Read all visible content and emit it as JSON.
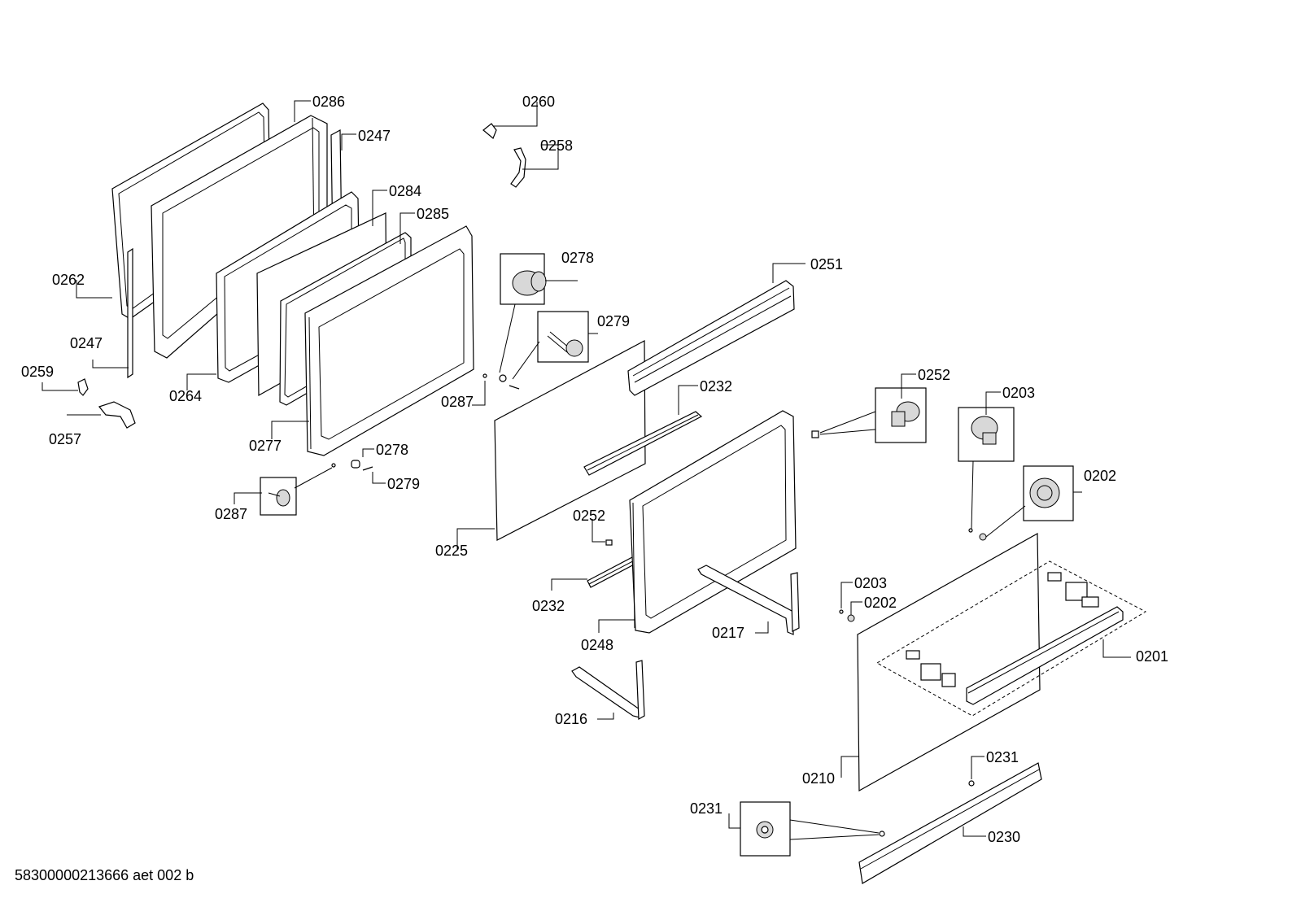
{
  "callouts": [
    {
      "id": "c0286",
      "label": "0286"
    },
    {
      "id": "c0247a",
      "label": "0247"
    },
    {
      "id": "c0284",
      "label": "0284"
    },
    {
      "id": "c0285",
      "label": "0285"
    },
    {
      "id": "c0262",
      "label": "0262"
    },
    {
      "id": "c0247b",
      "label": "0247"
    },
    {
      "id": "c0259",
      "label": "0259"
    },
    {
      "id": "c0257",
      "label": "0257"
    },
    {
      "id": "c0264",
      "label": "0264"
    },
    {
      "id": "c0277",
      "label": "0277"
    },
    {
      "id": "c0287a",
      "label": "0287"
    },
    {
      "id": "c0278a",
      "label": "0278"
    },
    {
      "id": "c0279a",
      "label": "0279"
    },
    {
      "id": "c0287b",
      "label": "0287"
    },
    {
      "id": "c0260",
      "label": "0260"
    },
    {
      "id": "c0258",
      "label": "0258"
    },
    {
      "id": "c0278b",
      "label": "0278"
    },
    {
      "id": "c0279b",
      "label": "0279"
    },
    {
      "id": "c0251",
      "label": "0251"
    },
    {
      "id": "c0232a",
      "label": "0232"
    },
    {
      "id": "c0225",
      "label": "0225"
    },
    {
      "id": "c0252a",
      "label": "0252"
    },
    {
      "id": "c0232b",
      "label": "0232"
    },
    {
      "id": "c0248",
      "label": "0248"
    },
    {
      "id": "c0217",
      "label": "0217"
    },
    {
      "id": "c0216",
      "label": "0216"
    },
    {
      "id": "c0252b",
      "label": "0252"
    },
    {
      "id": "c0203a",
      "label": "0203"
    },
    {
      "id": "c0202a",
      "label": "0202"
    },
    {
      "id": "c0203b",
      "label": "0203"
    },
    {
      "id": "c0202b",
      "label": "0202"
    },
    {
      "id": "c0201",
      "label": "0201"
    },
    {
      "id": "c0210",
      "label": "0210"
    },
    {
      "id": "c0231a",
      "label": "0231"
    },
    {
      "id": "c0231b",
      "label": "0231"
    },
    {
      "id": "c0230",
      "label": "0230"
    }
  ],
  "footer": {
    "text": "58300000213666 aet 002 b"
  }
}
